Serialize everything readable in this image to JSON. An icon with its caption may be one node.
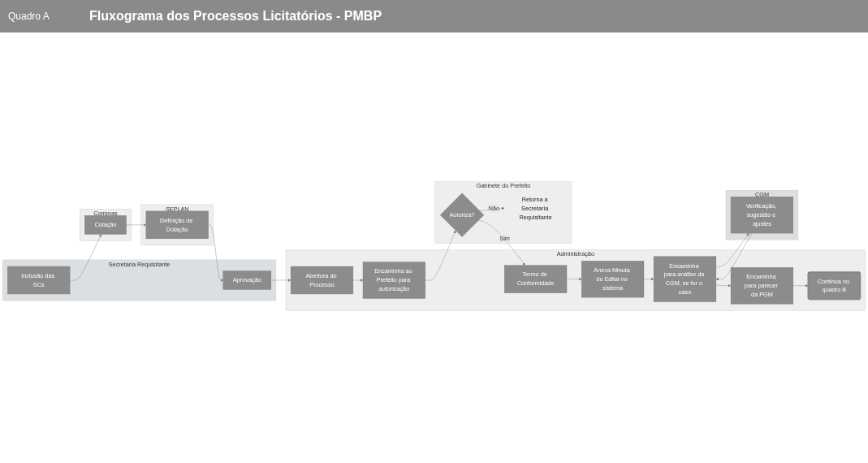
{
  "diagram": {
    "title": "Fluxograma dos Processos Licitatórios - PMBP",
    "nodes": [
      {
        "text": [
          "Secretaria Requisitante"
        ]
      },
      {
        "text": [
          "Inclusão das SCs"
        ],
        "in": 0
      },
      {
        "text": [
          "Aprovação"
        ],
        "in": 0
      },
      {
        "text": [
          "Compras"
        ]
      },
      {
        "text": [
          "Cotação"
        ],
        "in": 3
      },
      {
        "text": [
          "SEPLAN"
        ]
      },
      {
        "text": [
          "Definição de Dotação"
        ],
        "in": 5
      },
      {
        "text": [
          "Administração"
        ]
      },
      {
        "text": [
          "Abertura do Processo"
        ],
        "in": 7
      },
      {
        "text": [
          "Encaminha ao Prefeito para autorização"
        ],
        "in": 7
      },
      {
        "text": [
          "Termo de Conformidade"
        ],
        "in": 7
      },
      {
        "text": [
          "Anexa Minuta do Edital no sistema"
        ],
        "in": 7
      },
      {
        "text": [
          "Encaminha para análise da CGM, se for o caso"
        ],
        "in": 7
      },
      {
        "text": [
          "Encaminha para parecer da PGM"
        ],
        "in": 7
      },
      {
        "text": [
          "Continua no quadro B"
        ],
        "in": 7
      },
      {
        "text": [
          "Gabinete do Prefeito"
        ]
      },
      {
        "text": [
          "Autoriza?"
        ],
        "in": 15
      },
      {
        "text": [
          "Retorna a Secretaria Requisitante"
        ],
        "in": 15
      },
      {
        "text": [
          "CGM"
        ]
      },
      {
        "text": [
          "Verificação, sugestão e ajustes"
        ],
        "in": 18
      }
    ],
    "edges": [
      {
        "from": 1,
        "to": 4,
        "arrow": "to"
      },
      {
        "from": 4,
        "to": 6,
        "arrow": "to"
      },
      {
        "from": 6,
        "to": 2,
        "arrow": "to"
      },
      {
        "from": 2,
        "to": 8,
        "arrow": "to"
      },
      {
        "from": 8,
        "to": 9,
        "arrow": "to"
      },
      {
        "from": 9,
        "to": 16,
        "arrow": "to"
      },
      {
        "from": 16,
        "to": 17,
        "label": "Não",
        "arrow": "to"
      },
      {
        "from": 16,
        "to": 10,
        "label": "Sim",
        "arrow": "to"
      },
      {
        "from": 10,
        "to": 11,
        "arrow": "to"
      },
      {
        "from": 11,
        "to": 12,
        "arrow": "to"
      },
      {
        "from": 12,
        "to": 13,
        "arrow": "to"
      },
      {
        "from": 13,
        "to": 14,
        "arrow": "to"
      },
      {
        "from": 12,
        "to": 19,
        "arrow": "to"
      },
      {
        "from": 19,
        "to": 12,
        "arrow": "to"
      }
    ],
    "labels": [
      "Quadro A"
    ]
  }
}
